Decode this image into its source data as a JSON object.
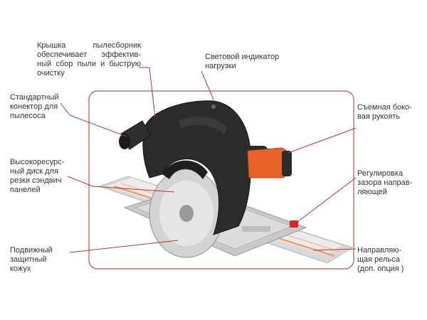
{
  "colors": {
    "frame": "#c05050",
    "leader": "#c03030",
    "saw_body": "#2b2b2b",
    "handle": "#e8622a",
    "rail_stripe": "#f0a070",
    "guide_knob": "#dd2222"
  },
  "labels": {
    "dust_cover": [
      "Крышка      пылесборник",
      "обеспечивает  эффектив-",
      "ный сбор пыли и быструю",
      "очистку"
    ],
    "load_indicator": [
      "Световой индикатор",
      "нагрузки"
    ],
    "vacuum_connector": [
      "Стандартный",
      "конектор для",
      "пылесоса"
    ],
    "side_handle": [
      "Съемная боко-",
      "вая рукоять"
    ],
    "blade": [
      "Высокоресурс-",
      "ный диск для",
      "резки сэндвич",
      "панелей"
    ],
    "guide_gap": [
      "Регулировка",
      "зазора направ-",
      "ляющей"
    ],
    "guard": [
      "Подвижный",
      "защитный",
      "кожух"
    ],
    "rail": [
      "Направляю-",
      "щая рельса",
      "(доп. опция )"
    ]
  }
}
